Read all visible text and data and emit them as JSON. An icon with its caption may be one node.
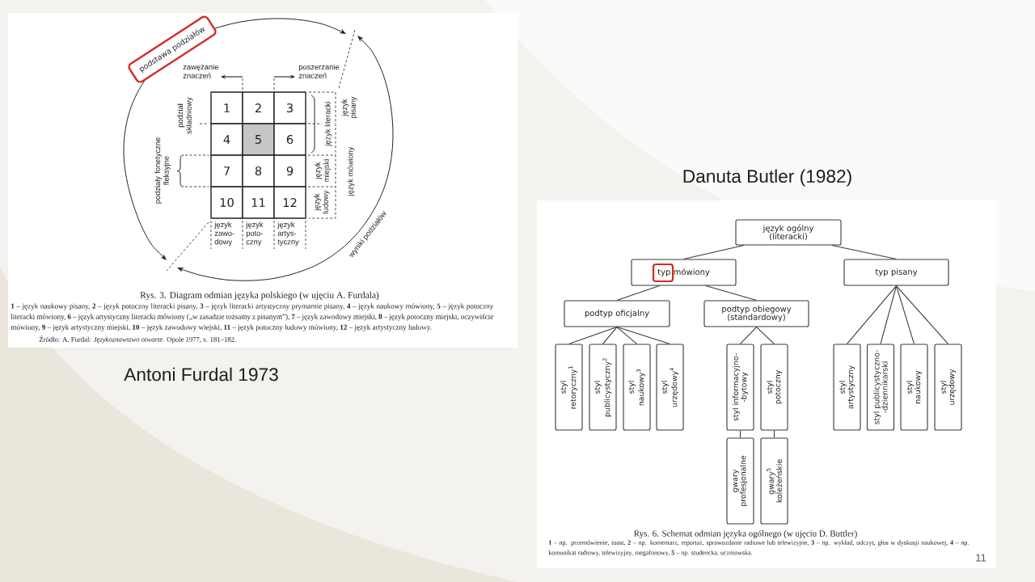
{
  "diagram": {
    "nodes": [
      {
        "text": [
          "podstawa podziałów"
        ]
      },
      {
        "text": [
          "1"
        ]
      },
      {
        "text": [
          "2"
        ]
      },
      {
        "text": [
          "3"
        ]
      },
      {
        "text": [
          "4"
        ]
      },
      {
        "text": [
          "5"
        ]
      },
      {
        "text": [
          "6"
        ]
      },
      {
        "text": [
          "7"
        ]
      },
      {
        "text": [
          "8"
        ]
      },
      {
        "text": [
          "9"
        ]
      },
      {
        "text": [
          "10"
        ]
      },
      {
        "text": [
          "11"
        ]
      },
      {
        "text": [
          "12"
        ]
      },
      {
        "text": [
          "język ogólny (literacki)"
        ]
      },
      {
        "text": [
          "typ mówiony"
        ]
      },
      {
        "text": [
          "typ pisany"
        ]
      },
      {
        "text": [
          "podtyp oficjalny"
        ]
      },
      {
        "text": [
          "podtyp obiegowy (standardowy)"
        ]
      },
      {
        "text": [
          "styl retoryczny$^{1}$"
        ]
      },
      {
        "text": [
          "styl publicystyczny$^{2}$"
        ]
      },
      {
        "text": [
          "styl naukowy$^{3}$"
        ]
      },
      {
        "text": [
          "styl urzędowy$^{4}$"
        ]
      },
      {
        "text": [
          "styl informacyjno- -bytowy"
        ]
      },
      {
        "text": [
          "styl potoczny"
        ]
      },
      {
        "text": [
          "styl artystyczny"
        ]
      },
      {
        "text": [
          "styl publicystyczno- -dziennikarski"
        ]
      },
      {
        "text": [
          "styl naukowy"
        ]
      },
      {
        "text": [
          "styl urzędowy"
        ]
      },
      {
        "text": [
          "gwary profesjonalne"
        ]
      },
      {
        "text": [
          "gwary$^{5}$ koleżeńskie"
        ]
      }
    ],
    "edges": [
      {
        "from": 13,
        "to": 14,
        "arrow": "none"
      },
      {
        "from": 13,
        "to": 15,
        "arrow": "none"
      },
      {
        "from": 14,
        "to": 16,
        "arrow": "none"
      },
      {
        "from": 14,
        "to": 17,
        "arrow": "none"
      },
      {
        "from": 16,
        "to": 18,
        "arrow": "none"
      },
      {
        "from": 16,
        "to": 19,
        "arrow": "none"
      },
      {
        "from": 16,
        "to": 20,
        "arrow": "none"
      },
      {
        "from": 16,
        "to": 21,
        "arrow": "none"
      },
      {
        "from": 17,
        "to": 22,
        "arrow": "none"
      },
      {
        "from": 17,
        "to": 23,
        "arrow": "none"
      },
      {
        "from": 15,
        "to": 24,
        "arrow": "none"
      },
      {
        "from": 15,
        "to": 25,
        "arrow": "none"
      },
      {
        "from": 15,
        "to": 26,
        "arrow": "none"
      },
      {
        "from": 15,
        "to": 27,
        "arrow": "none"
      },
      {
        "from": 22,
        "to": 28,
        "arrow": "none"
      },
      {
        "from": 23,
        "to": 29,
        "arrow": "none"
      }
    ],
    "labels": [
      "zawężanie znaczeń",
      "poszerzanie znaczeń",
      "podział składniowy",
      "język literacki",
      "język pisany",
      "podziały fonetyczne fleksyjne",
      "język miejski",
      "język mówiony",
      "język ludowy",
      "język zawo- dowy",
      "język poto- czny",
      "język artys- tyczny",
      "wyniki podziałów",
      "Rys. 3. Diagram odmian języka polskiego (w ujęciu A. Furdala)",
      "**1** – język naukowy pisany, **2** – język potoczny literacki pisany, **3** – język literacki artystyczny prymarnie pisany, **4** – język naukowy mówiony, **5** – język potoczny literacki mówiony, **6** – język artystyczny literacki mówiony („w zasadzie tożsamy z pisanym”), **7** – język zawodowy miejski, **8** – język potoczny miejski, oczywiście mówiony, **9** – język artystyczny miejski, **10** – język zawodowy wiejski, **11** – język potoczny ludowy mówiony, **12** – język artystyczny ludowy.",
      "Źródło: A. Furdal: *Językoznawstwo otwarte.* Opole 1977, s. 181–182.",
      "Antoni Furdal 1973",
      "Danuta Butler (1982)",
      "Rys. 6. Schemat odmian języka ogólnego (w ujęciu D. Buttler)",
      "**1** – np. przemówienie, toast, **2** – np. komentarz, reportaż, sprawozdanie radiowe lub telewizyjne, **3** – np. wykład, odczyt, głos w dyskusji naukowej, **4** – np. komunikat radiowy, telewizyjny, megafonowy, **5** – np. studencka, uczniowska.",
      "11"
    ]
  }
}
